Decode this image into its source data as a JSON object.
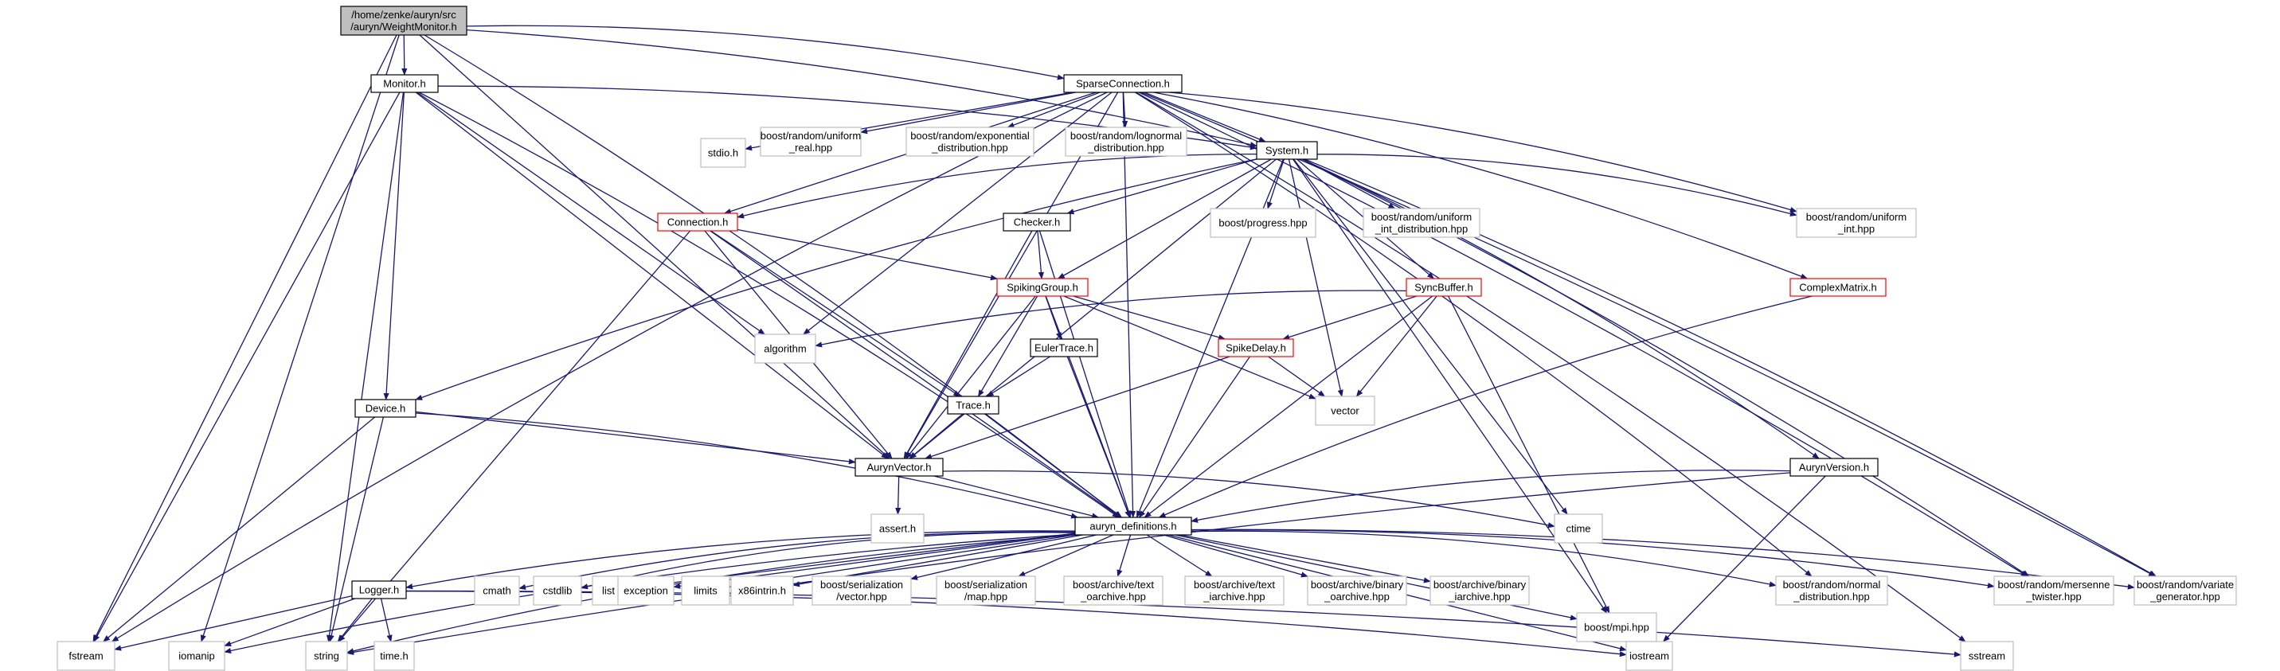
{
  "colors": {
    "edge": "#191970",
    "normal_border": "#000000",
    "truncated_border": "#ff0000",
    "external_border": "#bfbfbf",
    "root_fill": "#bfbfbf",
    "node_fill": "#ffffff"
  },
  "graph": {
    "nodes": {
      "weightmonitor": {
        "lines": [
          "/home/zenke/auryn/src",
          "/auryn/WeightMonitor.h"
        ],
        "kind": "root"
      },
      "monitor": {
        "lines": [
          "Monitor.h"
        ],
        "kind": "normal"
      },
      "sparseconnection": {
        "lines": [
          "SparseConnection.h"
        ],
        "kind": "normal"
      },
      "stdio": {
        "lines": [
          "stdio.h"
        ],
        "kind": "external"
      },
      "uniform_real": {
        "lines": [
          "boost/random/uniform",
          "_real.hpp"
        ],
        "kind": "external"
      },
      "exponential_dist": {
        "lines": [
          "boost/random/exponential",
          "_distribution.hpp"
        ],
        "kind": "external"
      },
      "lognormal_dist": {
        "lines": [
          "boost/random/lognormal",
          "_distribution.hpp"
        ],
        "kind": "external"
      },
      "system": {
        "lines": [
          "System.h"
        ],
        "kind": "normal"
      },
      "connection": {
        "lines": [
          "Connection.h"
        ],
        "kind": "truncated"
      },
      "checker": {
        "lines": [
          "Checker.h"
        ],
        "kind": "normal"
      },
      "progress": {
        "lines": [
          "boost/progress.hpp"
        ],
        "kind": "external"
      },
      "uniform_int_dist": {
        "lines": [
          "boost/random/uniform",
          "_int_distribution.hpp"
        ],
        "kind": "external"
      },
      "uniform_int": {
        "lines": [
          "boost/random/uniform",
          "_int.hpp"
        ],
        "kind": "external"
      },
      "spikinggroup": {
        "lines": [
          "SpikingGroup.h"
        ],
        "kind": "truncated"
      },
      "synchbuffer": {
        "lines": [
          "SyncBuffer.h"
        ],
        "kind": "truncated"
      },
      "complexmatrix": {
        "lines": [
          "ComplexMatrix.h"
        ],
        "kind": "truncated"
      },
      "eulertrace": {
        "lines": [
          "EulerTrace.h"
        ],
        "kind": "normal"
      },
      "spikedelay": {
        "lines": [
          "SpikeDelay.h"
        ],
        "kind": "truncated"
      },
      "algorithm": {
        "lines": [
          "algorithm"
        ],
        "kind": "external"
      },
      "vector": {
        "lines": [
          "vector"
        ],
        "kind": "external"
      },
      "trace": {
        "lines": [
          "Trace.h"
        ],
        "kind": "normal"
      },
      "device": {
        "lines": [
          "Device.h"
        ],
        "kind": "normal"
      },
      "aurynvector": {
        "lines": [
          "AurynVector.h"
        ],
        "kind": "normal"
      },
      "aurynversion": {
        "lines": [
          "AurynVersion.h"
        ],
        "kind": "normal"
      },
      "assert": {
        "lines": [
          "assert.h"
        ],
        "kind": "external"
      },
      "ctime": {
        "lines": [
          "ctime"
        ],
        "kind": "external"
      },
      "auryn_definitions": {
        "lines": [
          "auryn_definitions.h"
        ],
        "kind": "normal"
      },
      "logger": {
        "lines": [
          "Logger.h"
        ],
        "kind": "normal"
      },
      "cmath": {
        "lines": [
          "cmath"
        ],
        "kind": "external"
      },
      "cstdlib": {
        "lines": [
          "cstdlib"
        ],
        "kind": "external"
      },
      "list": {
        "lines": [
          "list"
        ],
        "kind": "external"
      },
      "exception": {
        "lines": [
          "exception"
        ],
        "kind": "external"
      },
      "limits": {
        "lines": [
          "limits"
        ],
        "kind": "external"
      },
      "x86intrin": {
        "lines": [
          "x86intrin.h"
        ],
        "kind": "external"
      },
      "ser_vector": {
        "lines": [
          "boost/serialization",
          "/vector.hpp"
        ],
        "kind": "external"
      },
      "ser_map": {
        "lines": [
          "boost/serialization",
          "/map.hpp"
        ],
        "kind": "external"
      },
      "text_oarchive": {
        "lines": [
          "boost/archive/text",
          "_oarchive.hpp"
        ],
        "kind": "external"
      },
      "text_iarchive": {
        "lines": [
          "boost/archive/text",
          "_iarchive.hpp"
        ],
        "kind": "external"
      },
      "binary_oarchive": {
        "lines": [
          "boost/archive/binary",
          "_oarchive.hpp"
        ],
        "kind": "external"
      },
      "binary_iarchive": {
        "lines": [
          "boost/archive/binary",
          "_iarchive.hpp"
        ],
        "kind": "external"
      },
      "mpi": {
        "lines": [
          "boost/mpi.hpp"
        ],
        "kind": "external"
      },
      "normal_dist": {
        "lines": [
          "boost/random/normal",
          "_distribution.hpp"
        ],
        "kind": "external"
      },
      "mersenne": {
        "lines": [
          "boost/random/mersenne",
          "_twister.hpp"
        ],
        "kind": "external"
      },
      "variate": {
        "lines": [
          "boost/random/variate",
          "_generator.hpp"
        ],
        "kind": "external"
      },
      "fstream": {
        "lines": [
          "fstream"
        ],
        "kind": "external"
      },
      "iomanip": {
        "lines": [
          "iomanip"
        ],
        "kind": "external"
      },
      "string": {
        "lines": [
          "string"
        ],
        "kind": "external"
      },
      "time": {
        "lines": [
          "time.h"
        ],
        "kind": "external"
      },
      "iostream": {
        "lines": [
          "iostream"
        ],
        "kind": "external"
      },
      "sstream": {
        "lines": [
          "sstream"
        ],
        "kind": "external"
      }
    },
    "edges": [
      [
        "weightmonitor",
        "monitor"
      ],
      [
        "weightmonitor",
        "sparseconnection"
      ],
      [
        "weightmonitor",
        "system"
      ],
      [
        "weightmonitor",
        "aurynvector"
      ],
      [
        "weightmonitor",
        "auryn_definitions"
      ],
      [
        "weightmonitor",
        "fstream"
      ],
      [
        "weightmonitor",
        "iomanip"
      ],
      [
        "monitor",
        "system"
      ],
      [
        "monitor",
        "device"
      ],
      [
        "monitor",
        "aurynvector"
      ],
      [
        "monitor",
        "auryn_definitions"
      ],
      [
        "monitor",
        "algorithm"
      ],
      [
        "monitor",
        "fstream"
      ],
      [
        "monitor",
        "string"
      ],
      [
        "sparseconnection",
        "stdio"
      ],
      [
        "sparseconnection",
        "uniform_real"
      ],
      [
        "sparseconnection",
        "exponential_dist"
      ],
      [
        "sparseconnection",
        "lognormal_dist"
      ],
      [
        "sparseconnection",
        "system"
      ],
      [
        "sparseconnection",
        "connection"
      ],
      [
        "sparseconnection",
        "uniform_int"
      ],
      [
        "sparseconnection",
        "complexmatrix"
      ],
      [
        "sparseconnection",
        "aurynvector"
      ],
      [
        "sparseconnection",
        "auryn_definitions"
      ],
      [
        "sparseconnection",
        "normal_dist"
      ],
      [
        "sparseconnection",
        "mersenne"
      ],
      [
        "sparseconnection",
        "variate"
      ],
      [
        "sparseconnection",
        "sstream"
      ],
      [
        "sparseconnection",
        "fstream"
      ],
      [
        "sparseconnection",
        "algorithm"
      ],
      [
        "system",
        "connection"
      ],
      [
        "system",
        "checker"
      ],
      [
        "system",
        "progress"
      ],
      [
        "system",
        "uniform_int_dist"
      ],
      [
        "system",
        "uniform_int"
      ],
      [
        "system",
        "spikinggroup"
      ],
      [
        "system",
        "synchbuffer"
      ],
      [
        "system",
        "aurynversion"
      ],
      [
        "system",
        "device"
      ],
      [
        "system",
        "aurynvector"
      ],
      [
        "system",
        "auryn_definitions"
      ],
      [
        "system",
        "vector"
      ],
      [
        "system",
        "ctime"
      ],
      [
        "system",
        "mpi"
      ],
      [
        "system",
        "mersenne"
      ],
      [
        "system",
        "variate"
      ],
      [
        "connection",
        "spikinggroup"
      ],
      [
        "connection",
        "trace"
      ],
      [
        "connection",
        "aurynvector"
      ],
      [
        "connection",
        "auryn_definitions"
      ],
      [
        "connection",
        "string"
      ],
      [
        "checker",
        "spikinggroup"
      ],
      [
        "checker",
        "aurynvector"
      ],
      [
        "checker",
        "auryn_definitions"
      ],
      [
        "spikinggroup",
        "spikedelay"
      ],
      [
        "spikinggroup",
        "eulertrace"
      ],
      [
        "spikinggroup",
        "trace"
      ],
      [
        "spikinggroup",
        "aurynvector"
      ],
      [
        "spikinggroup",
        "auryn_definitions"
      ],
      [
        "spikinggroup",
        "vector"
      ],
      [
        "synchbuffer",
        "spikedelay"
      ],
      [
        "synchbuffer",
        "algorithm"
      ],
      [
        "synchbuffer",
        "vector"
      ],
      [
        "synchbuffer",
        "auryn_definitions"
      ],
      [
        "synchbuffer",
        "mpi"
      ],
      [
        "complexmatrix",
        "auryn_definitions"
      ],
      [
        "eulertrace",
        "trace"
      ],
      [
        "eulertrace",
        "auryn_definitions"
      ],
      [
        "spikedelay",
        "aurynvector"
      ],
      [
        "spikedelay",
        "auryn_definitions"
      ],
      [
        "spikedelay",
        "vector"
      ],
      [
        "trace",
        "aurynvector"
      ],
      [
        "trace",
        "auryn_definitions"
      ],
      [
        "device",
        "aurynvector"
      ],
      [
        "device",
        "auryn_definitions"
      ],
      [
        "device",
        "fstream"
      ],
      [
        "device",
        "string"
      ],
      [
        "aurynvector",
        "assert"
      ],
      [
        "aurynvector",
        "auryn_definitions"
      ],
      [
        "aurynvector",
        "ctime"
      ],
      [
        "aurynversion",
        "auryn_definitions"
      ],
      [
        "aurynversion",
        "string"
      ],
      [
        "aurynversion",
        "iostream"
      ],
      [
        "auryn_definitions",
        "logger"
      ],
      [
        "auryn_definitions",
        "cmath"
      ],
      [
        "auryn_definitions",
        "cstdlib"
      ],
      [
        "auryn_definitions",
        "list"
      ],
      [
        "auryn_definitions",
        "exception"
      ],
      [
        "auryn_definitions",
        "limits"
      ],
      [
        "auryn_definitions",
        "x86intrin"
      ],
      [
        "auryn_definitions",
        "ser_vector"
      ],
      [
        "auryn_definitions",
        "ser_map"
      ],
      [
        "auryn_definitions",
        "text_oarchive"
      ],
      [
        "auryn_definitions",
        "text_iarchive"
      ],
      [
        "auryn_definitions",
        "binary_oarchive"
      ],
      [
        "auryn_definitions",
        "binary_iarchive"
      ],
      [
        "auryn_definitions",
        "mpi"
      ],
      [
        "auryn_definitions",
        "normal_dist"
      ],
      [
        "auryn_definitions",
        "mersenne"
      ],
      [
        "auryn_definitions",
        "variate"
      ],
      [
        "auryn_definitions",
        "iostream"
      ],
      [
        "auryn_definitions",
        "string"
      ],
      [
        "auryn_definitions",
        "iomanip"
      ],
      [
        "logger",
        "fstream"
      ],
      [
        "logger",
        "iomanip"
      ],
      [
        "logger",
        "string"
      ],
      [
        "logger",
        "time"
      ],
      [
        "logger",
        "iostream"
      ],
      [
        "logger",
        "sstream"
      ]
    ]
  }
}
